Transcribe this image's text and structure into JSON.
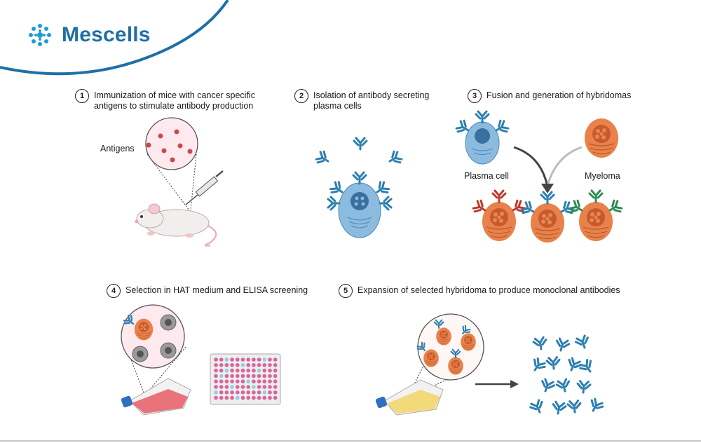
{
  "brand": {
    "name": "Mescells",
    "logo_icon": "cell-cluster-logo",
    "color": "#1f6fa6"
  },
  "steps": [
    {
      "number": "1",
      "line1": "Immunization of mice with cancer specific",
      "line2": "antigens to stimulate antibody production"
    },
    {
      "number": "2",
      "line1": "Isolation of  antibody secreting",
      "line2": "plasma cells"
    },
    {
      "number": "3",
      "line1": "Fusion and generation of hybridomas",
      "line2": ""
    },
    {
      "number": "4",
      "line1": "Selection in HAT medium and ELISA screening",
      "line2": ""
    },
    {
      "number": "5",
      "line1": "Expansion of selected hybridoma to produce monoclonal antibodies",
      "line2": ""
    }
  ],
  "labels": {
    "antigens": "Antigens",
    "plasma_cell": "Plasma cell",
    "myeloma": "Myeloma"
  },
  "colors": {
    "antibody": "#2d7fb0",
    "plasma": "#8cbbe0",
    "myeloma": "#e8814a",
    "red_medium": "#e8737a",
    "yellow_medium": "#f2d97a",
    "antigen": "#c94a4a"
  }
}
